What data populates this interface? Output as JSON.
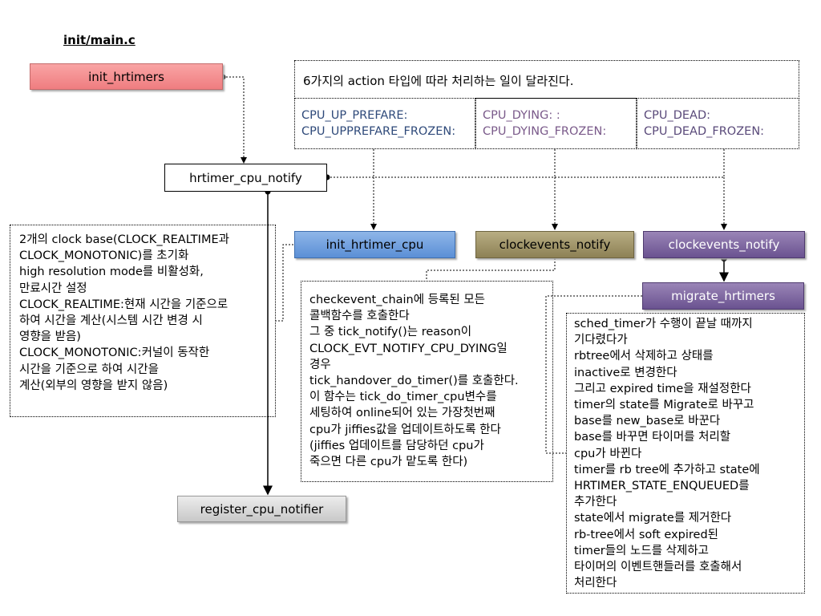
{
  "file_label": "init/main.c",
  "nodes": {
    "init_hrtimers": "init_hrtimers",
    "hrtimer_cpu_notify": "hrtimer_cpu_notify",
    "init_hrtimer_cpu": "init_hrtimer_cpu",
    "clockevents_notify_1": "clockevents_notify",
    "clockevents_notify_2": "clockevents_notify",
    "migrate_hrtimers": "migrate_hrtimers",
    "register_cpu_notifier": "register_cpu_notifier"
  },
  "action_header": "6가지의 action 타입에 따라 처리하는 일이 달라진다.",
  "actions": [
    {
      "line1": "CPU_UP_PREFARE:",
      "line2": "CPU_UPPREFARE_FROZEN:"
    },
    {
      "line1": "CPU_DYING: :",
      "line2": "CPU_DYING_FROZEN:"
    },
    {
      "line1": "CPU_DEAD:",
      "line2": "CPU_DEAD_FROZEN:"
    }
  ],
  "notes": {
    "left": "2개의 clock base(CLOCK_REALTIME과\nCLOCK_MONOTONIC)를 초기화\n high resolution mode를 비활성화,\n만료시간 설정\nCLOCK_REALTIME:현재 시간을 기준으로\n하여 시간을 계산(시스템 시간 변경 시\n영향을 받음)\n CLOCK_MONOTONIC:커널이 동작한\n시간을 기준으로 하여 시간을\n계산(외부의 영향을 받지 않음)",
    "middle": "checkevent_chain에 등록된 모든\n콜백함수를 호출한다\n그 중 tick_notify()는 reason이\nCLOCK_EVT_NOTIFY_CPU_DYING일\n경우\ntick_handover_do_timer()를 호출한다.\n이 함수는 tick_do_timer_cpu변수를\n세팅하여 online되어 있는 가장첫번째\ncpu가 jiffies값을 업데이트하도록 한다\n(jiffies 업데이트를 담당하던 cpu가\n죽으면 다른 cpu가 맡도록 한다)",
    "right": "sched_timer가 수행이 끝날 때까지\n기다렸다가\nrbtree에서 삭제하고 상태를\ninactive로 변경한다\n그리고 expired time을 재설정한다\ntimer의 state를 Migrate로 바꾸고\nbase를 new_base로 바꾼다\nbase를 바꾸면 타이머를 처리할\ncpu가 바뀐다\ntimer를 rb tree에 추가하고 state에\nHRTIMER_STATE_ENQUEUED를\n추가한다\nstate에서 migrate를 제거한다\nrb-tree에서 soft expired된\ntimer들의 노드를 삭제하고\n타이머의 이벤트핸들러를 호출해서\n처리한다"
  }
}
